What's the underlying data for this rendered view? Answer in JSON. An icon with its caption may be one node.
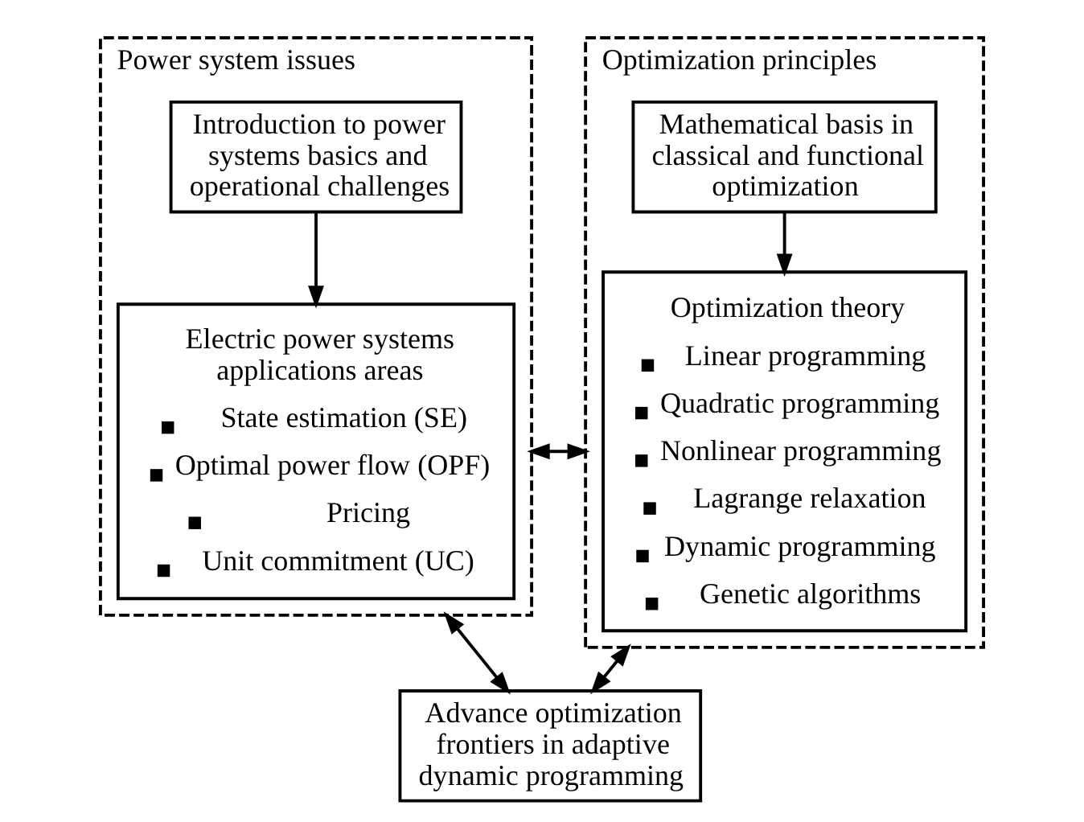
{
  "diagram": {
    "nodes": [
      {
        "text": [
          "Power system issues"
        ]
      },
      {
        "text": [
          "Introduction to power systems basics and operational challenges"
        ],
        "in": 0
      },
      {
        "text": [
          "Electric power systems applications areas",
          "State estimation (SE)",
          "Optimal power flow (OPF)",
          "Pricing",
          "Unit commitment (UC)"
        ],
        "in": 0
      },
      {
        "text": [
          "Optimization principles"
        ]
      },
      {
        "text": [
          "Mathematical basis in classical and functional optimization"
        ],
        "in": 3
      },
      {
        "text": [
          "Optimization theory",
          "Linear programming",
          "Quadratic programming",
          "Nonlinear programming",
          "Lagrange relaxation",
          "Dynamic programming",
          "Genetic algorithms"
        ],
        "in": 3
      },
      {
        "text": [
          "Advance optimization frontiers in adaptive dynamic programming"
        ]
      }
    ],
    "edges": [
      {
        "from": 1,
        "to": 2,
        "arrow": "to"
      },
      {
        "from": 4,
        "to": 5,
        "arrow": "to"
      },
      {
        "from": 0,
        "to": 3,
        "arrow": "both"
      },
      {
        "from": 0,
        "to": 6,
        "arrow": "both"
      },
      {
        "from": 3,
        "to": 6,
        "arrow": "both"
      }
    ]
  }
}
